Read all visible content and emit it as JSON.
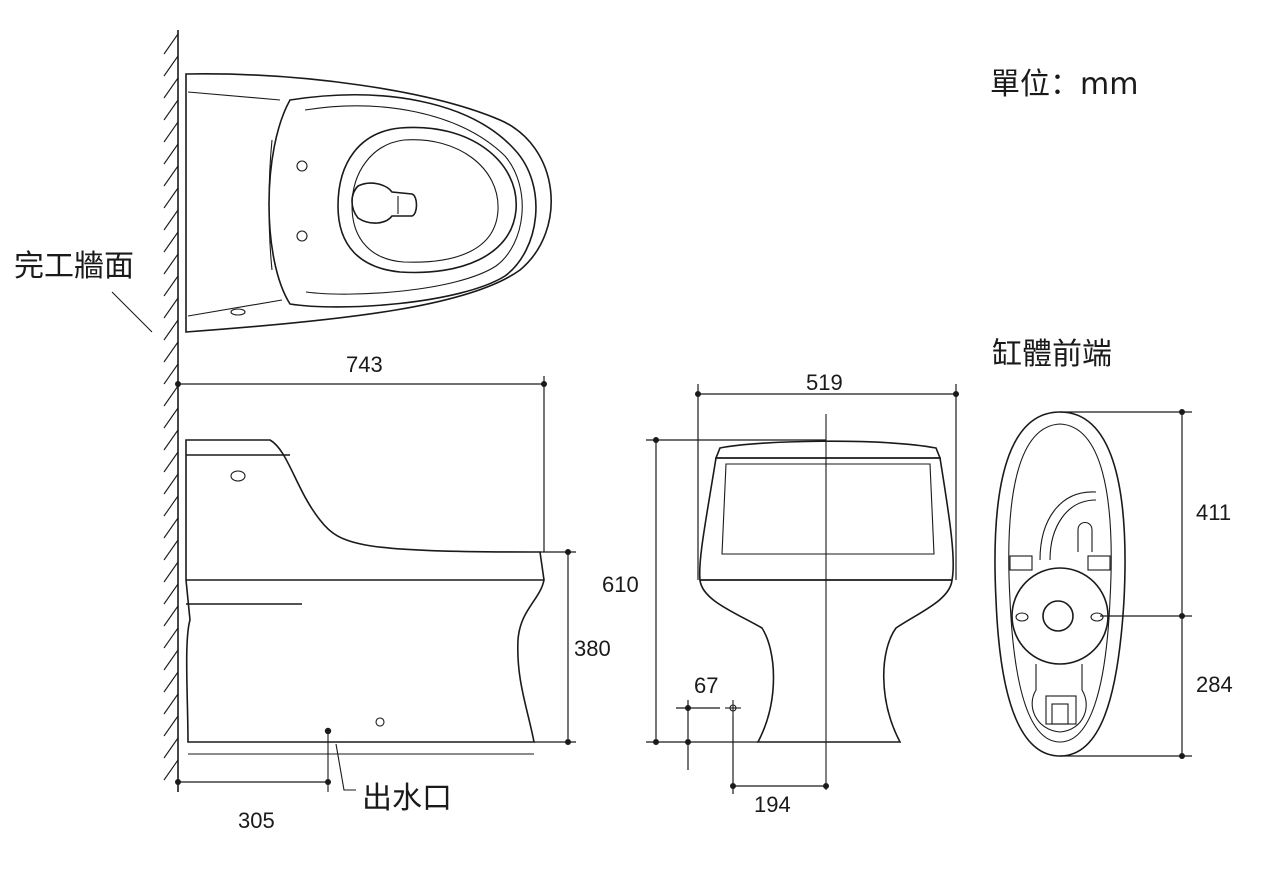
{
  "unit_label": "單位：mm",
  "labels": {
    "wall": "完工牆面",
    "outlet": "出水口",
    "bowl_front": "缸體前端"
  },
  "dimensions": {
    "length": "743",
    "width": "519",
    "height": "610",
    "seat_height": "380",
    "outlet_from_wall": "305",
    "offset_small": "67",
    "offset_center": "194",
    "bottom_upper": "411",
    "bottom_lower": "284"
  }
}
